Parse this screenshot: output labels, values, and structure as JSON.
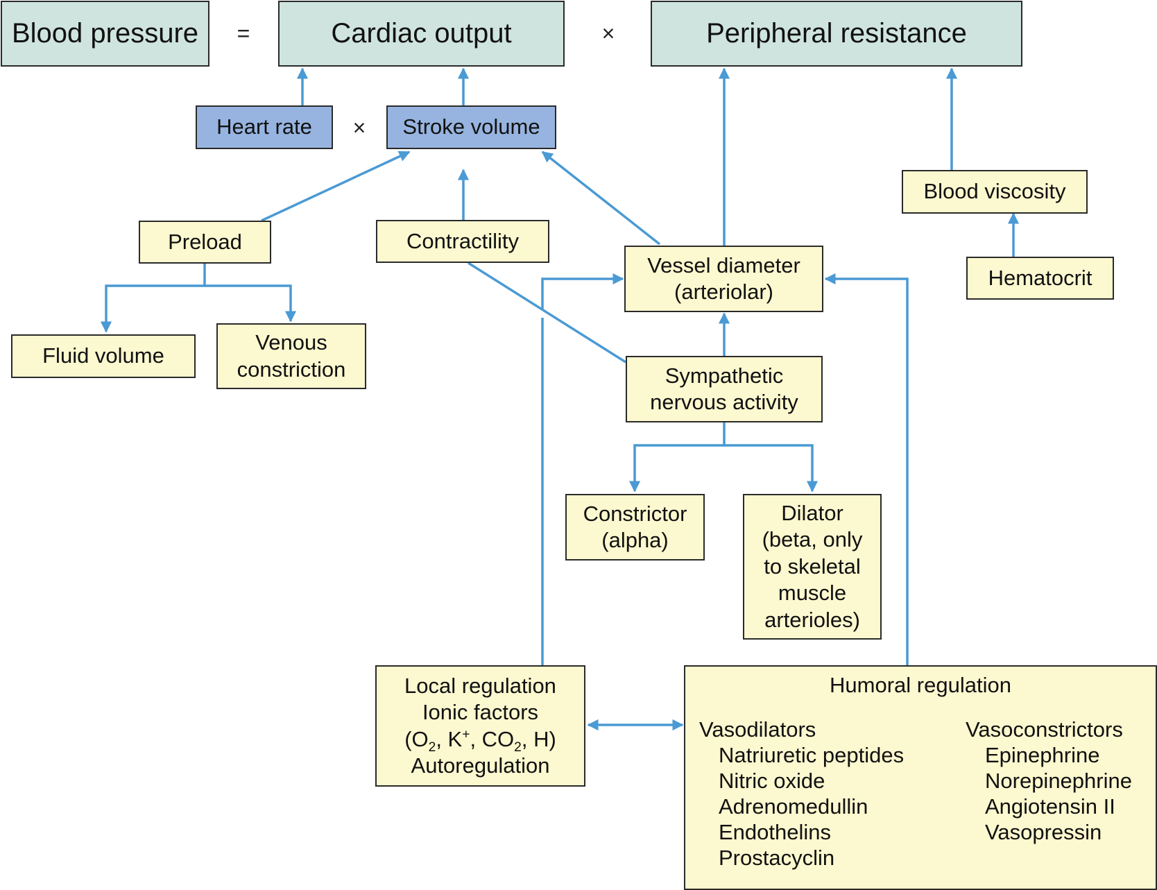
{
  "formula": {
    "blood_pressure": "Blood pressure",
    "equals": "=",
    "cardiac_output": "Cardiac output",
    "times": "×",
    "peripheral_resistance": "Peripheral resistance"
  },
  "cardiac": {
    "heart_rate": "Heart rate",
    "times": "×",
    "stroke_volume": "Stroke volume"
  },
  "factors": {
    "preload": "Preload",
    "contractility": "Contractility",
    "fluid_volume": "Fluid volume",
    "venous_constriction": [
      "Venous",
      "constriction"
    ],
    "vessel_diameter": [
      "Vessel diameter",
      "(arteriolar)"
    ],
    "sympathetic": [
      "Sympathetic",
      "nervous activity"
    ],
    "constrictor": [
      "Constrictor",
      "(alpha)"
    ],
    "dilator": [
      "Dilator",
      "(beta, only",
      "to skeletal",
      "muscle",
      "arterioles)"
    ],
    "blood_viscosity": "Blood viscosity",
    "hematocrit": "Hematocrit"
  },
  "local_regulation": {
    "title": "Local regulation",
    "ionic": "Ionic factors",
    "ions": {
      "open": "(O",
      "o2_sub": "2",
      "k": ", K",
      "k_sup": "+",
      "co": ", CO",
      "co2_sub": "2",
      "close": ", H)"
    },
    "autoregulation": "Autoregulation"
  },
  "humoral_regulation": {
    "title": "Humoral regulation",
    "vasodilators": {
      "label": "Vasodilators",
      "items": [
        "Natriuretic peptides",
        "Nitric oxide",
        "Adrenomedullin",
        "Endothelins",
        "Prostacyclin"
      ]
    },
    "vasoconstrictors": {
      "label": "Vasoconstrictors",
      "items": [
        "Epinephrine",
        "Norepinephrine",
        "Angiotensin II",
        "Vasopressin"
      ]
    }
  },
  "colors": {
    "arrow": "#4a9ad4",
    "teal_box": "#cfe4de",
    "blue_box": "#96b4df",
    "cream_box": "#fcf8cf",
    "border": "#2a2a2a"
  }
}
